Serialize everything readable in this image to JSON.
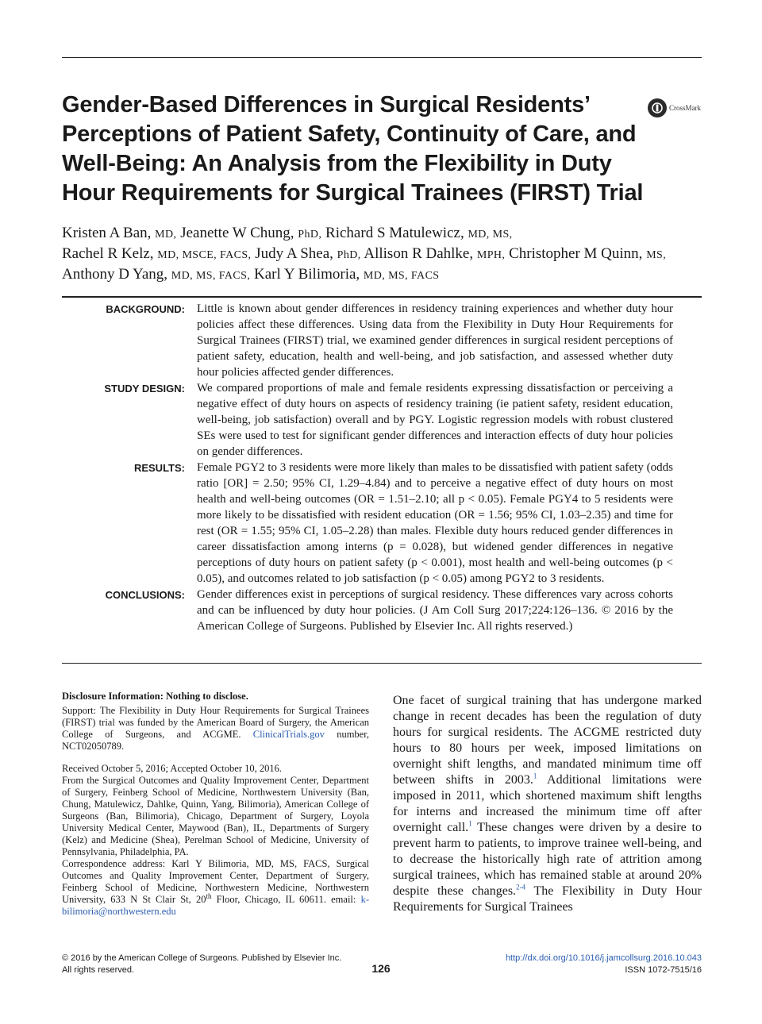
{
  "title": "Gender-Based Differences in Surgical Residents’ Perceptions of Patient Safety, Continuity of Care, and Well-Being: An Analysis from the Flexibility in Duty Hour Requirements for Surgical Trainees (FIRST) Trial",
  "crossmark_label": "CrossMark",
  "authors": [
    {
      "name": "Kristen A Ban,",
      "deg": "MD,"
    },
    {
      "name": "Jeanette W Chung,",
      "deg": "PhD,"
    },
    {
      "name": "Richard S Matulewicz,",
      "deg": "MD, MS,"
    },
    {
      "name": "Rachel R Kelz,",
      "deg": "MD, MSCE, FACS,"
    },
    {
      "name": "Judy A Shea,",
      "deg": "PhD,"
    },
    {
      "name": "Allison R Dahlke,",
      "deg": "MPH,"
    },
    {
      "name": "Christopher M Quinn,",
      "deg": "MS,"
    },
    {
      "name": "Anthony D Yang,",
      "deg": "MD, MS, FACS,"
    },
    {
      "name": "Karl Y Bilimoria,",
      "deg": "MD, MS, FACS"
    }
  ],
  "abstract": [
    {
      "label": "BACKGROUND:",
      "text": "Little is known about gender differences in residency training experiences and whether duty hour policies affect these differences. Using data from the Flexibility in Duty Hour Requirements for Surgical Trainees (FIRST) trial, we examined gender differences in surgical resident perceptions of patient safety, education, health and well-being, and job satisfaction, and assessed whether duty hour policies affected gender differences."
    },
    {
      "label": "STUDY DESIGN:",
      "text": "We compared proportions of male and female residents expressing dissatisfaction or perceiving a negative effect of duty hours on aspects of residency training (ie patient safety, resident education, well-being, job satisfaction) overall and by PGY. Logistic regression models with robust clustered SEs were used to test for significant gender differences and interaction effects of duty hour policies on gender differences."
    },
    {
      "label": "RESULTS:",
      "text": "Female PGY2 to 3 residents were more likely than males to be dissatisfied with patient safety (odds ratio [OR] = 2.50; 95% CI, 1.29–4.84) and to perceive a negative effect of duty hours on most health and well-being outcomes (OR = 1.51–2.10; all p < 0.05). Female PGY4 to 5 residents were more likely to be dissatisfied with resident education (OR = 1.56; 95% CI, 1.03–2.35) and time for rest (OR = 1.55; 95% CI, 1.05–2.28) than males. Flexible duty hours reduced gender differences in career dissatisfaction among interns (p = 0.028), but widened gender differences in negative perceptions of duty hours on patient safety (p < 0.001), most health and well-being outcomes (p < 0.05), and outcomes related to job satisfaction (p < 0.05) among PGY2 to 3 residents."
    },
    {
      "label": "CONCLUSIONS:",
      "text": "Gender differences exist in perceptions of surgical residency. These differences vary across cohorts and can be influenced by duty hour policies. (J Am Coll Surg 2017;224:126–136. © 2016 by the American College of Surgeons. Published by Elsevier Inc. All rights reserved.)"
    }
  ],
  "footnotes": {
    "disclosure_head": "Disclosure Information: Nothing to disclose.",
    "support_pre": "Support: The Flexibility in Duty Hour Requirements for Surgical Trainees (FIRST) trial was funded by the American Board of Surgery, the American College of Surgeons, and ACGME. ",
    "support_link": "ClinicalTrials.gov",
    "support_post": " number, NCT02050789.",
    "received": "Received October 5, 2016; Accepted October 10, 2016.",
    "affiliation": "From the Surgical Outcomes and Quality Improvement Center, Department of Surgery, Feinberg School of Medicine, Northwestern University (Ban, Chung, Matulewicz, Dahlke, Quinn, Yang, Bilimoria), American College of Surgeons (Ban, Bilimoria), Chicago, Department of Surgery, Loyola University Medical Center, Maywood (Ban), IL, Departments of Surgery (Kelz) and Medicine (Shea), Perelman School of Medicine, University of Pennsylvania, Philadelphia, PA.",
    "correspondence_pre": "Correspondence address: Karl Y Bilimoria, MD, MS, FACS, Surgical Outcomes and Quality Improvement Center, Department of Surgery, Feinberg School of Medicine, Northwestern Medicine, Northwestern University, 633 N St Clair St, 20",
    "correspondence_sup": "th",
    "correspondence_post": " Floor, Chicago, IL 60611. email: ",
    "email": "k-bilimoria@northwestern.edu"
  },
  "body": {
    "p1_a": "One facet of surgical training that has undergone marked change in recent decades has been the regulation of duty hours for surgical residents. The ACGME restricted duty hours to 80 hours per week, imposed limitations on overnight shift lengths, and mandated minimum time off between shifts in 2003.",
    "ref1": "1",
    "p1_b": " Additional limitations were imposed in 2011, which shortened maximum shift lengths for interns and increased the minimum time off after overnight call.",
    "ref2": "1",
    "p1_c": " These changes were driven by a desire to prevent harm to patients, to improve trainee well-being, and to decrease the historically high rate of attrition among surgical trainees, which has remained stable at around 20% despite these changes.",
    "ref3": "2-4",
    "p1_d": " The Flexibility in Duty Hour Requirements for Surgical Trainees"
  },
  "footer": {
    "copyright": "© 2016 by the American College of Surgeons. Published by Elsevier Inc.",
    "rights": "All rights reserved.",
    "page_number": "126",
    "doi": "http://dx.doi.org/10.1016/j.jamcollsurg.2016.10.043",
    "issn": "ISSN 1072-7515/16"
  }
}
